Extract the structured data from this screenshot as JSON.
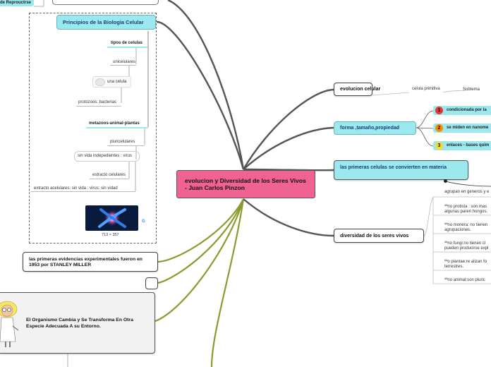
{
  "central": {
    "title": "evolucion y Diversidad de los Seres Vivos - Juan Carlos Pinzon"
  },
  "top_left_partial": "de Reprouctrse",
  "left": {
    "principles": {
      "title": "Principios de la Biologia Celular",
      "children": [
        "tipos de celulas",
        "unicelulares",
        "una celula",
        "protozoos: bacterias",
        "metazoos-animal-plantas",
        "pluricelulares",
        "sin vida indepedientes : virus",
        "estracto celulares",
        "extracto  acelulares: sin vida : virus: sin vidad"
      ],
      "image_caption": "713 × 357"
    },
    "miller": "las primeras evidencias experimentales fueron en 1953 por STANLEY MILLER",
    "organismo": "El Organismo Cambia y Se Transforma En Otra Especie Adecuada A su Entorno."
  },
  "right": {
    "evolucion": {
      "title": "evolucion celular",
      "child": "celula primitiva",
      "sub": "Subtema"
    },
    "forma": {
      "title": "forma ,tamaño,propiedad",
      "items": [
        {
          "num": "1",
          "label": "condicionada por la",
          "color": "#e53935"
        },
        {
          "num": "2",
          "label": "se miden en nanome",
          "color": "#fb8c00"
        },
        {
          "num": "3",
          "label": "enlaces - bases quim",
          "color": "#fdd835"
        }
      ]
    },
    "primeras": {
      "title": "las primeras celulas se convierten en materia",
      "child": "agrupan en generos y e"
    },
    "diversidad": {
      "title": "diversidad de los seres vivos",
      "items": [
        [
          "ºªno protista : son mas",
          "algunas paren hongos."
        ],
        [
          "ºªno monera: no tienen",
          "agrupaciones."
        ],
        [
          "ºªno fungi:no tienen cl",
          "pueden producirse expl"
        ],
        [
          "ºªo plantae:re alizan fo",
          "terrestres."
        ],
        [
          "ºªno animal:son pluric"
        ]
      ]
    }
  },
  "colors": {
    "central_bg": "#f06292",
    "cyan_bg": "#9be8ee",
    "dark_link": "#555555",
    "olive_link": "#8b9a2e"
  }
}
